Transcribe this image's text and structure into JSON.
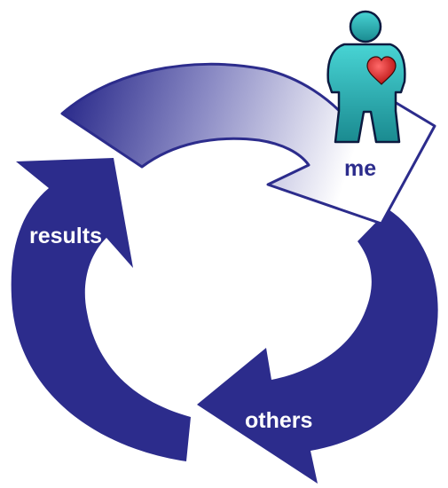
{
  "diagram": {
    "labels": {
      "me": "me",
      "others": "others",
      "results": "results"
    },
    "icons": {
      "person": "person-icon",
      "heart": "heart-icon"
    },
    "colors": {
      "arrow_fill": "#2c2c8c",
      "top_arrow_gradient_start": "#2c2c8c",
      "top_arrow_gradient_end": "#ffffff",
      "person_fill_top": "#48d4d4",
      "person_fill_bottom": "#1a8a90",
      "heart": "#d81818"
    }
  }
}
